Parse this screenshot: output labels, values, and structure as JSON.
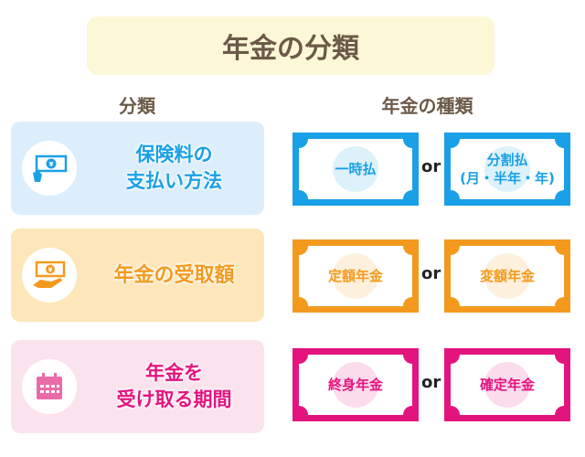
{
  "title": "年金の分類",
  "headers": {
    "left": "分類",
    "right": "年金の種類"
  },
  "colors": {
    "blue": "#1aa0e6",
    "orange": "#f39a1e",
    "pink": "#e4147f"
  },
  "rows": [
    {
      "category": [
        "保険料の",
        "支払い方法"
      ],
      "icon": "yen-bill-hand-icon",
      "options": [
        [
          "一時払"
        ],
        [
          "分割払",
          "(月・半年・年)"
        ]
      ]
    },
    {
      "category": [
        "年金の受取額"
      ],
      "icon": "yen-bill-receive-icon",
      "options": [
        [
          "定額年金"
        ],
        [
          "変額年金"
        ]
      ]
    },
    {
      "category": [
        "年金を",
        "受け取る期間"
      ],
      "icon": "calendar-icon",
      "options": [
        [
          "終身年金"
        ],
        [
          "確定年金"
        ]
      ]
    }
  ],
  "or_label": "or"
}
